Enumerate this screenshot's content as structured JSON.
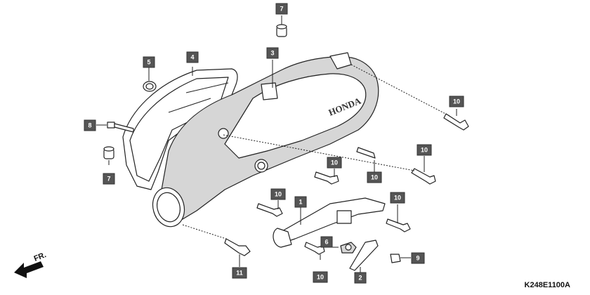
{
  "diagram_code": "K248E1100A",
  "direction_label": "FR.",
  "brand_text": "HONDA",
  "callouts": [
    {
      "id": "c1",
      "label": "1"
    },
    {
      "id": "c2",
      "label": "2"
    },
    {
      "id": "c3",
      "label": "3"
    },
    {
      "id": "c4",
      "label": "4"
    },
    {
      "id": "c5",
      "label": "5"
    },
    {
      "id": "c6",
      "label": "6"
    },
    {
      "id": "c7a",
      "label": "7"
    },
    {
      "id": "c7b",
      "label": "7"
    },
    {
      "id": "c8",
      "label": "8"
    },
    {
      "id": "c9",
      "label": "9"
    },
    {
      "id": "c10a",
      "label": "10"
    },
    {
      "id": "c10b",
      "label": "10"
    },
    {
      "id": "c10c",
      "label": "10"
    },
    {
      "id": "c10d",
      "label": "10"
    },
    {
      "id": "c10e",
      "label": "10"
    },
    {
      "id": "c10f",
      "label": "10"
    },
    {
      "id": "c10g",
      "label": "10"
    },
    {
      "id": "c11",
      "label": "11"
    }
  ]
}
